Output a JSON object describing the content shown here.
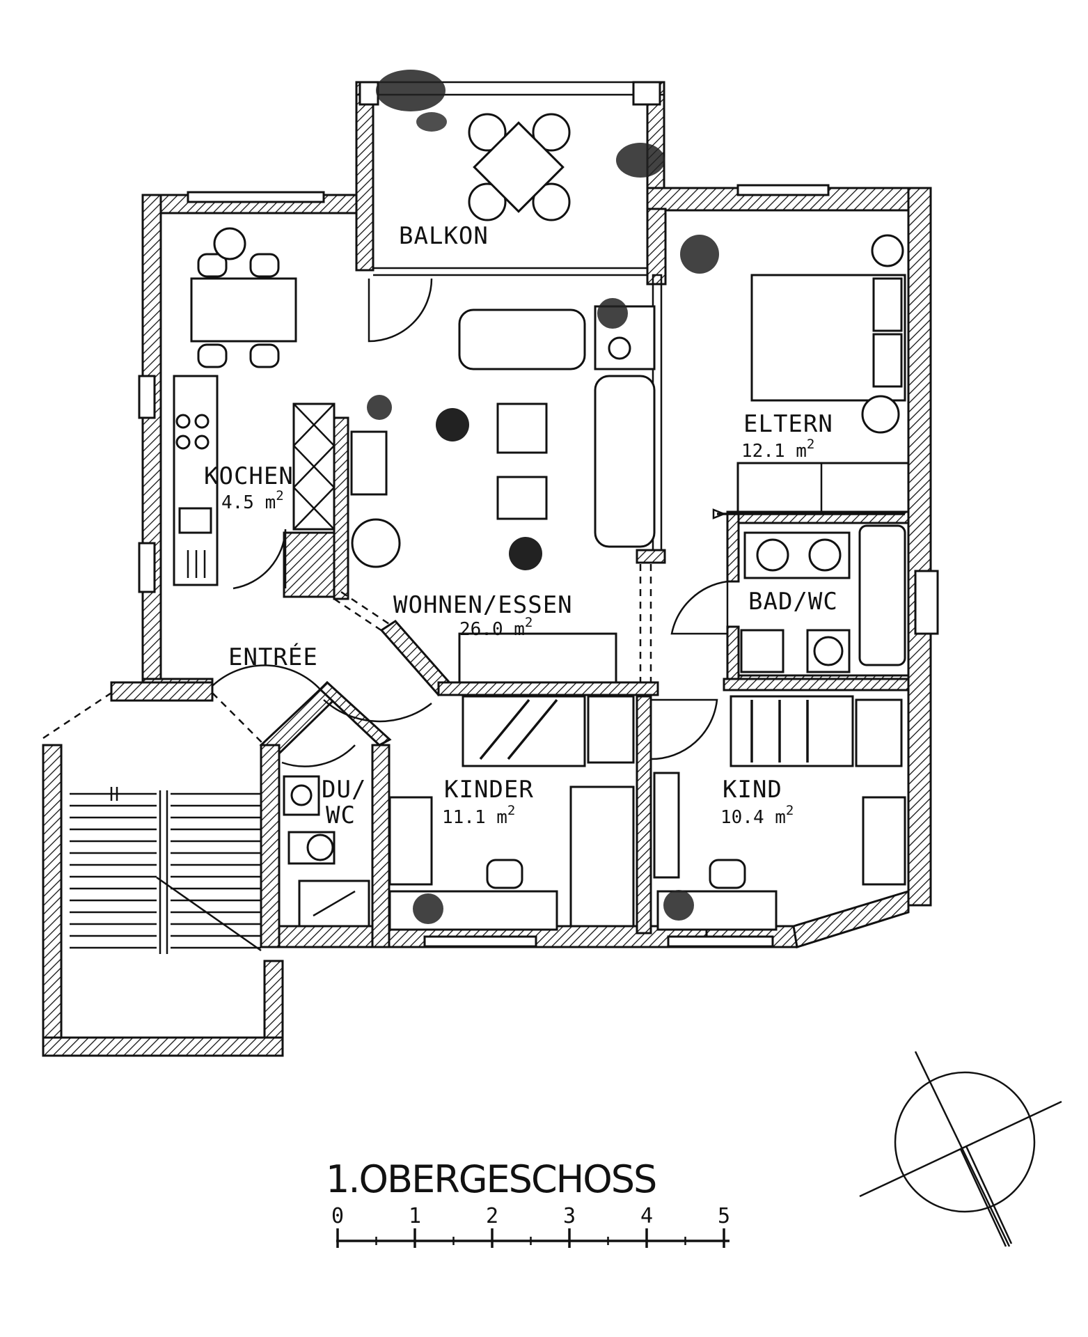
{
  "plan": {
    "title": "1.OBERGESCHOSS",
    "scale_ticks": [
      "0",
      "1",
      "2",
      "3",
      "4",
      "5"
    ],
    "rooms": {
      "balkon": {
        "name": "BALKON"
      },
      "kochen": {
        "name": "KOCHEN",
        "area": "4.5 m",
        "unit_exp": "2"
      },
      "wohnen": {
        "name": "WOHNEN/ESSEN",
        "area": "26.0 m",
        "unit_exp": "2"
      },
      "eltern": {
        "name": "ELTERN",
        "area": "12.1 m",
        "unit_exp": "2"
      },
      "bad": {
        "name": "BAD/WC"
      },
      "entree": {
        "name": "ENTRÉE"
      },
      "duwc": {
        "name_line1": "DU/",
        "name_line2": "WC"
      },
      "kinder": {
        "name": "KINDER",
        "area": "11.1 m",
        "unit_exp": "2"
      },
      "kind": {
        "name": "KIND",
        "area": "10.4 m",
        "unit_exp": "2"
      }
    }
  }
}
